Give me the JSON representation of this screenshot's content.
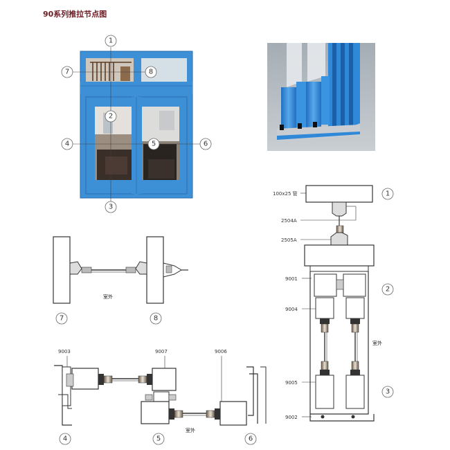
{
  "title": "90系列推拉节点图",
  "window_callouts": [
    "1",
    "2",
    "3",
    "4",
    "5",
    "6",
    "7",
    "8"
  ],
  "section_labels": {
    "pipe": "100x25 管",
    "p2504A": "2504A",
    "p2505A": "2505A",
    "p9001": "9001",
    "p9004": "9004",
    "p9005": "9005",
    "p9002": "9002",
    "p9003": "9003",
    "p9007": "9007",
    "p9006": "9006",
    "outdoor": "室外"
  },
  "colors": {
    "frame_blue": "#3d8fd6",
    "title_red": "#6b1d25",
    "profile_blue": "#2f88d8"
  }
}
